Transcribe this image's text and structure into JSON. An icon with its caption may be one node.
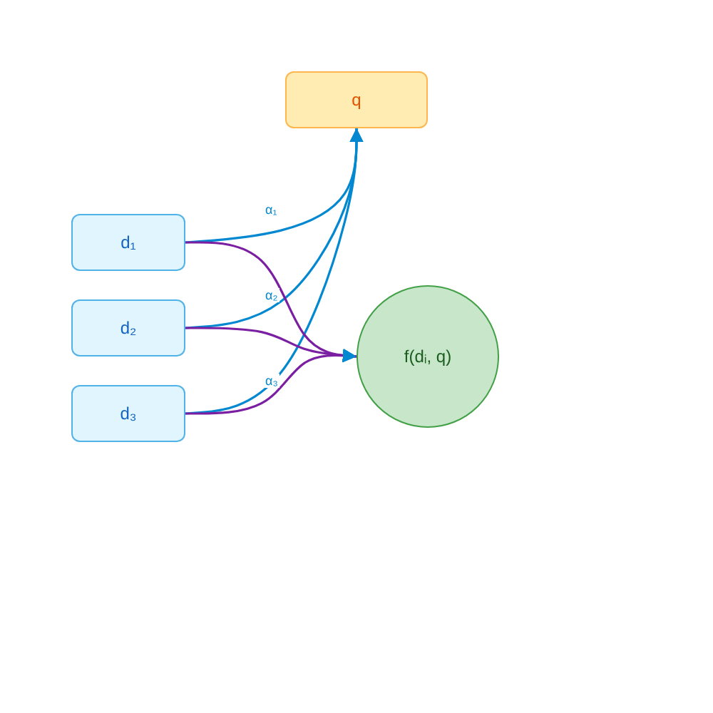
{
  "diagram": {
    "nodes": [
      {
        "text": [
          "q"
        ]
      },
      {
        "text": [
          "d₁"
        ]
      },
      {
        "text": [
          "d₂"
        ]
      },
      {
        "text": [
          "d₃"
        ]
      },
      {
        "text": [
          "f(dᵢ, q)"
        ]
      }
    ],
    "edges": [
      {
        "from": 1,
        "to": 0,
        "arrow": "to",
        "label": "α₁"
      },
      {
        "from": 2,
        "to": 0,
        "arrow": "to",
        "label": "α₂"
      },
      {
        "from": 3,
        "to": 0,
        "arrow": "to",
        "label": "α₃"
      },
      {
        "from": 1,
        "to": 4,
        "arrow": "to",
        "color": "#7b1fa2"
      },
      {
        "from": 2,
        "to": 4,
        "arrow": "to",
        "color": "#7b1fa2"
      },
      {
        "from": 3,
        "to": 4,
        "arrow": "to",
        "color": "#7b1fa2"
      }
    ]
  }
}
